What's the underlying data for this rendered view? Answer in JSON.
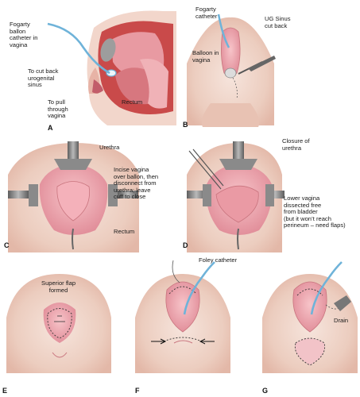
{
  "panels": {
    "A": {
      "letter": "A",
      "labels": {
        "catheter": [
          "Fogarty",
          "ballon",
          "catheter in",
          "vagina"
        ],
        "cut_sinus": [
          "To cut back",
          "urogenital",
          "sinus"
        ],
        "pull_vagina": [
          "To pull",
          "through",
          "vagina"
        ],
        "rectum": "Rectum"
      }
    },
    "B": {
      "letter": "B",
      "labels": {
        "catheter": [
          "Fogarty",
          "catheter"
        ],
        "ug_sinus": [
          "UG Sinus",
          "cut back"
        ],
        "balloon": [
          "Balloon in",
          "vagina"
        ]
      }
    },
    "C": {
      "letter": "C",
      "labels": {
        "urethra": "Urethra",
        "incise": [
          "Incise vagina",
          "over ballon, then",
          "disconnect from",
          "urethra; leave",
          "cuff to close"
        ],
        "rectum": "Rectum"
      }
    },
    "D": {
      "letter": "D",
      "labels": {
        "closure": [
          "Closure of",
          "urethra"
        ],
        "lower_vagina": [
          "Lower vagina",
          "dissected free",
          "from bladder",
          "(but it won’t reach",
          "perineum – need flaps)"
        ]
      }
    },
    "E": {
      "letter": "E",
      "labels": {
        "flap": [
          "Superior flap",
          "formed"
        ]
      }
    },
    "F": {
      "letter": "F",
      "labels": {
        "foley": "Foley catheter"
      }
    },
    "G": {
      "letter": "G",
      "labels": {
        "drain": "Drain"
      }
    }
  },
  "colors": {
    "skin": "#f4ddd3",
    "skin_shadow": "#e6c2b4",
    "pink": "#e9a3ad",
    "deep_pink": "#d97f8c",
    "red": "#c94a4a",
    "catheter": "#6fb3d9",
    "retractor": "#8a8a8a"
  }
}
